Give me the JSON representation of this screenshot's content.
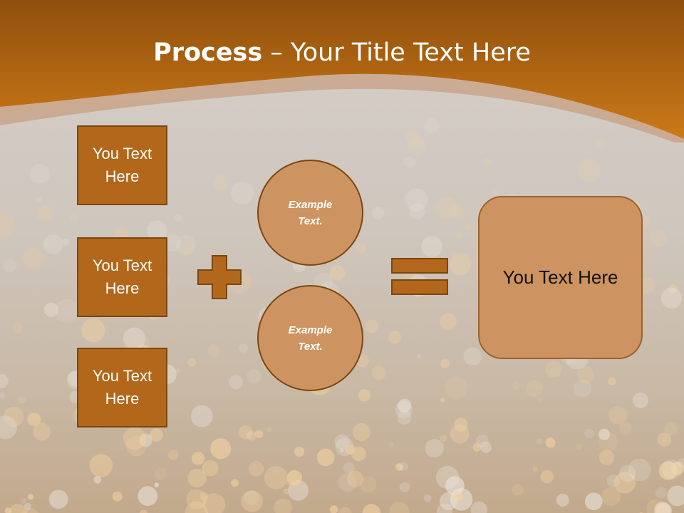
{
  "slide": {
    "title_bold": "Process",
    "title_dash": "–",
    "title_rest": "Your Title Text Here",
    "left_boxes": [
      {
        "line1": "You Text",
        "line2": "Here"
      },
      {
        "line1": "You Text",
        "line2": "Here"
      },
      {
        "line1": "You Text",
        "line2": "Here"
      }
    ],
    "circles": [
      {
        "line1": "Example",
        "line2": "Text."
      },
      {
        "line1": "Example",
        "line2": "Text."
      }
    ],
    "result_text": "You Text Here"
  },
  "colors": {
    "header_orange": "#c27518",
    "box_fill": "#b2671a",
    "circle_fill": "#cd9461",
    "symbol_fill": "#b2671a",
    "outline": "#7a4810"
  },
  "icons": {
    "plus": "plus-icon",
    "equals": "equals-icon"
  }
}
